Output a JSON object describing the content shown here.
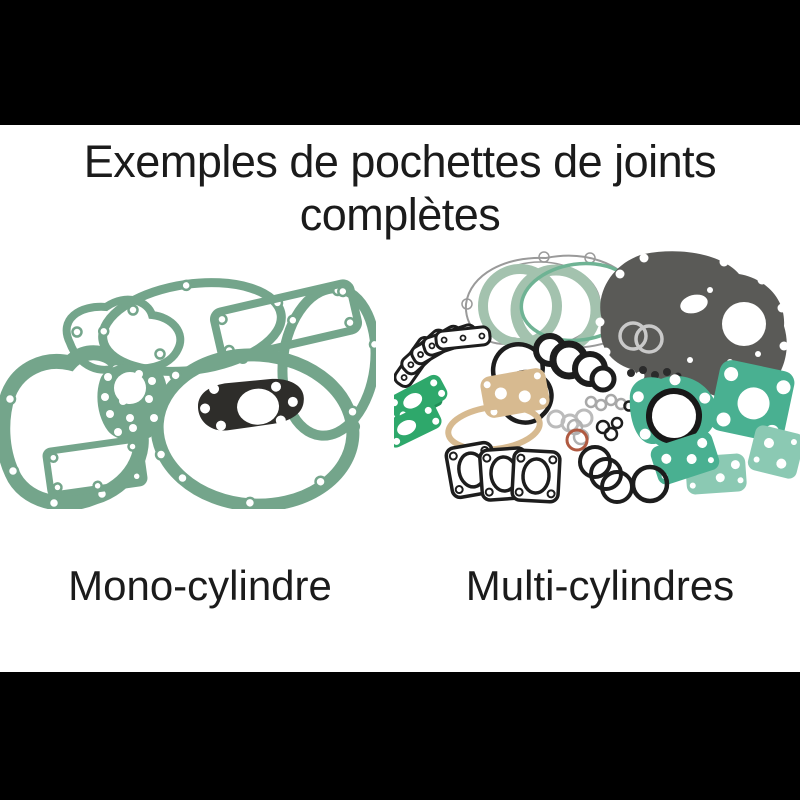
{
  "title": {
    "line1": "Exemples de pochettes de joints",
    "line2": "complètes"
  },
  "figures": [
    {
      "label": "Mono-cylindre",
      "depicts": "complete gasket kit for a single-cylinder engine, teal paper gaskets with one dark head gasket"
    },
    {
      "label": "Multi-cylindres",
      "depicts": "complete gasket kit for a multi-cylinder engine, assorted teal, green, tan, gray and black gaskets and o-rings"
    }
  ],
  "colors": {
    "letterbox": "#000000",
    "paper": "#ffffff",
    "text-ink": "#1b1b1b",
    "ink": "#1d1d1d",
    "teal": "#74A58B",
    "gasket-dark": "#2E2D2A",
    "sage": "#A3C2AE",
    "outline-gray": "#9A9A9A",
    "crankcase-gray": "#5A5A57",
    "bright-green": "#2EA86B",
    "bright-green-dark": "#1F8F57",
    "tan": "#D7BA90",
    "light-ring": "#C9C9C9",
    "teal-bright": "#49B091",
    "teal-soft": "#8BC9B3",
    "red-ring": "#B05A41",
    "silver": "#A8A8A8"
  }
}
